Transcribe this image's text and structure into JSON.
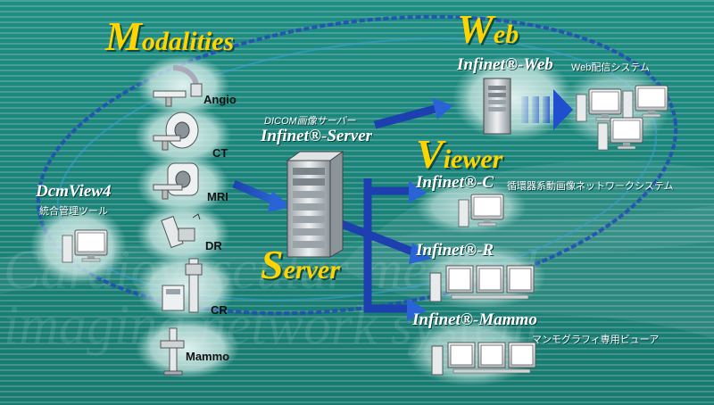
{
  "sections": {
    "modalities": {
      "cap": "M",
      "rest": "odalities"
    },
    "web": {
      "cap": "W",
      "rest": "eb"
    },
    "viewer": {
      "cap": "V",
      "rest": "iewer"
    },
    "server": {
      "cap": "S",
      "rest": "erver"
    }
  },
  "modalities": [
    "Angio",
    "CT",
    "MRI",
    "DR",
    "CR",
    "Mammo"
  ],
  "server": {
    "caption": "DICOM画像サーバー",
    "product": "Infinet®-Server"
  },
  "web": {
    "product": "Infinet®-Web",
    "desc": "Web配信システム"
  },
  "viewers": {
    "c": {
      "product": "Infinet®-C",
      "desc": "循環器系動画像ネットワークシステム"
    },
    "r": {
      "product": "Infinet®-R"
    },
    "mammo": {
      "product": "Infinet®-Mammo",
      "desc": "マンモグラフィ専用ビューア"
    }
  },
  "dcmview": {
    "title": "DcmView4",
    "desc": "統合管理ツール"
  },
  "watermark": {
    "line1": "Cardiovascular medical",
    "line2": "imaging network system"
  },
  "icons": [
    "angio-machine-icon",
    "ct-scanner-icon",
    "mri-scanner-icon",
    "dr-unit-icon",
    "cr-unit-icon",
    "mammography-unit-icon",
    "server-tower-icon",
    "web-server-icon",
    "monitor-icon"
  ]
}
